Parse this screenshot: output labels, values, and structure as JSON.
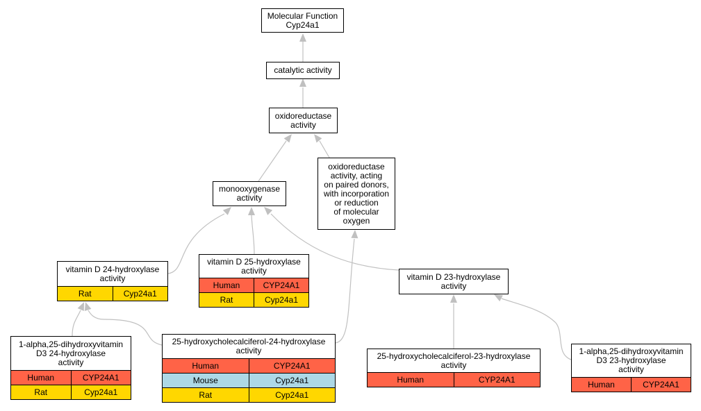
{
  "species_colors": {
    "Human": "#ff6347",
    "Mouse": "#add8e6",
    "Rat": "#ffd700"
  },
  "edge_color": "#c0c0c0",
  "nodes": {
    "root": {
      "lines": [
        "Molecular Function",
        "Cyp24a1"
      ],
      "rows": []
    },
    "catalytic": {
      "lines": [
        "catalytic activity"
      ],
      "rows": []
    },
    "oxidoreductase": {
      "lines": [
        "oxidoreductase",
        "activity"
      ],
      "rows": []
    },
    "oxidoreductase_paired": {
      "lines": [
        "oxidoreductase",
        "activity, acting",
        "on paired donors,",
        "with incorporation",
        "or reduction",
        "of molecular",
        "oxygen"
      ],
      "rows": []
    },
    "monooxygenase": {
      "lines": [
        "monooxygenase",
        "activity"
      ],
      "rows": []
    },
    "vitd24": {
      "lines": [
        "vitamin D 24-hydroxylase",
        "activity"
      ],
      "rows": [
        {
          "species": "Rat",
          "gene": "Cyp24a1"
        }
      ]
    },
    "vitd25": {
      "lines": [
        "vitamin D 25-hydroxylase",
        "activity"
      ],
      "rows": [
        {
          "species": "Human",
          "gene": "CYP24A1"
        },
        {
          "species": "Rat",
          "gene": "Cyp24a1"
        }
      ]
    },
    "vitd23": {
      "lines": [
        "vitamin D 23-hydroxylase",
        "activity"
      ],
      "rows": []
    },
    "dihydroxy24": {
      "lines": [
        "1-alpha,25-dihydroxyvitamin",
        "D3 24-hydroxylase",
        "activity"
      ],
      "rows": [
        {
          "species": "Human",
          "gene": "CYP24A1"
        },
        {
          "species": "Rat",
          "gene": "Cyp24a1"
        }
      ]
    },
    "hcc24": {
      "lines": [
        "25-hydroxycholecalciferol-24-hydroxylase",
        "activity"
      ],
      "rows": [
        {
          "species": "Human",
          "gene": "CYP24A1"
        },
        {
          "species": "Mouse",
          "gene": "Cyp24a1"
        },
        {
          "species": "Rat",
          "gene": "Cyp24a1"
        }
      ]
    },
    "hcc23": {
      "lines": [
        "25-hydroxycholecalciferol-23-hydroxylase",
        "activity"
      ],
      "rows": [
        {
          "species": "Human",
          "gene": "CYP24A1"
        }
      ]
    },
    "dihydroxy23": {
      "lines": [
        "1-alpha,25-dihydroxyvitamin",
        "D3 23-hydroxylase",
        "activity"
      ],
      "rows": [
        {
          "species": "Human",
          "gene": "CYP24A1"
        }
      ]
    }
  }
}
